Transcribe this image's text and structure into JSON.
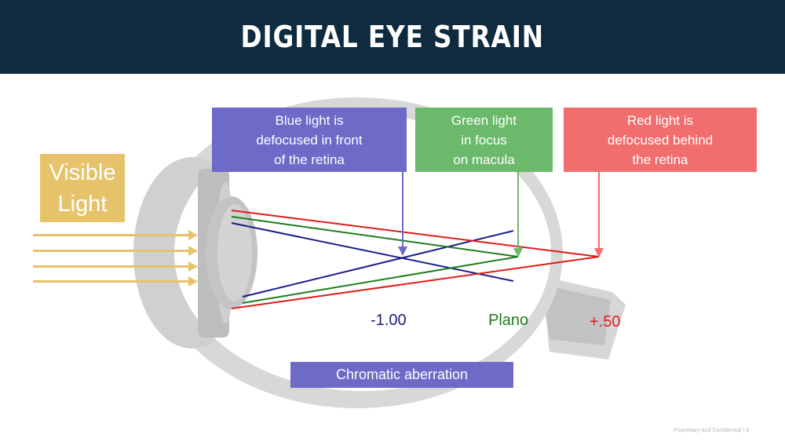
{
  "title": "DIGITAL EYE STRAIN",
  "visible_light": "Visible\nLight",
  "boxes": {
    "blue": "Blue light is\ndefocused in front\nof the retina",
    "green": "Green light\nin focus\non macula",
    "red": "Red light is\ndefocused behind\nthe retina"
  },
  "values": {
    "blue": "-1.00",
    "green": "Plano",
    "red": "+.50"
  },
  "caption": "Chromatic aberration",
  "footer": "Proprietary and Confidential | 9",
  "colors": {
    "header": "#0f2b40",
    "blue_box": "#6d6ac8",
    "green_box": "#6bb96b",
    "red_box": "#f06e6e",
    "visible_light_box": "#e6c36a",
    "blue_ray": "#1c1c8c",
    "green_ray": "#1e7d1e",
    "red_ray": "#e01b1b"
  }
}
